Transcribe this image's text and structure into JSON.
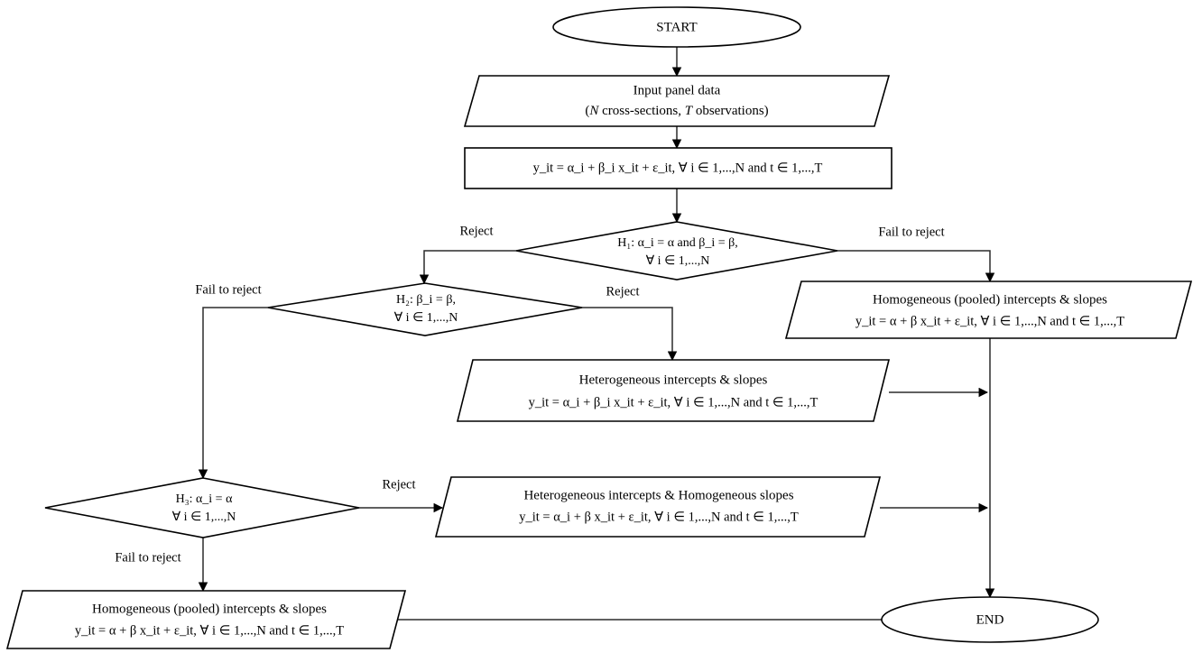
{
  "diagram": {
    "title": "Panel data model selection flowchart",
    "colors": {
      "stroke": "#000000",
      "connector": "#2b2b2b",
      "fill": "#ffffff",
      "background": "#ffffff"
    },
    "nodes": {
      "start": {
        "label": "START",
        "shape": "ellipse"
      },
      "input": {
        "line1": "Input panel data",
        "line2_pre": "(",
        "line2_N": "N",
        "line2_mid": " cross-sections, ",
        "line2_T": "T",
        "line2_post": " observations)",
        "shape": "parallelogram"
      },
      "model": {
        "equation": "y_it = α_i + β_i x_it + ε_it, ∀ i ∈ 1,...,N and t ∈ 1,...,T",
        "shape": "rectangle"
      },
      "h1": {
        "line1": "H₁: α_i = α and β_i = β,",
        "line2": "∀ i ∈ 1,...,N",
        "shape": "diamond"
      },
      "h2": {
        "line1": "H₂: β_i = β,",
        "line2": "∀ i ∈ 1,...,N",
        "shape": "diamond"
      },
      "h3": {
        "line1": "H₃:  α_i = α",
        "line2": "∀ i ∈ 1,...,N",
        "shape": "diamond"
      },
      "pooled_right": {
        "line1": "Homogeneous (pooled) intercepts & slopes",
        "equation": "y_it = α + β x_it + ε_it, ∀ i ∈ 1,...,N and t ∈ 1,...,T",
        "shape": "parallelogram"
      },
      "hetero_both": {
        "line1": "Heterogeneous intercepts & slopes",
        "equation": "y_it = α_i + β_i x_it + ε_it, ∀ i ∈ 1,...,N and t ∈ 1,...,T",
        "shape": "parallelogram"
      },
      "hetero_int": {
        "line1": "Heterogeneous intercepts & Homogeneous slopes",
        "equation": "y_it = α_i + β x_it + ε_it, ∀ i ∈ 1,...,N and t ∈ 1,...,T",
        "shape": "parallelogram"
      },
      "pooled_bottom": {
        "line1": "Homogeneous (pooled) intercepts & slopes",
        "equation": "y_it = α + β x_it + ε_it, ∀ i ∈ 1,...,N and t ∈ 1,...,T",
        "shape": "parallelogram"
      },
      "end": {
        "label": "END",
        "shape": "ellipse"
      }
    },
    "edge_labels": {
      "h1_reject": "Reject",
      "h1_fail": "Fail to reject",
      "h2_fail": "Fail to reject",
      "h2_reject": "Reject",
      "h3_reject": "Reject",
      "h3_fail": "Fail to reject"
    }
  }
}
